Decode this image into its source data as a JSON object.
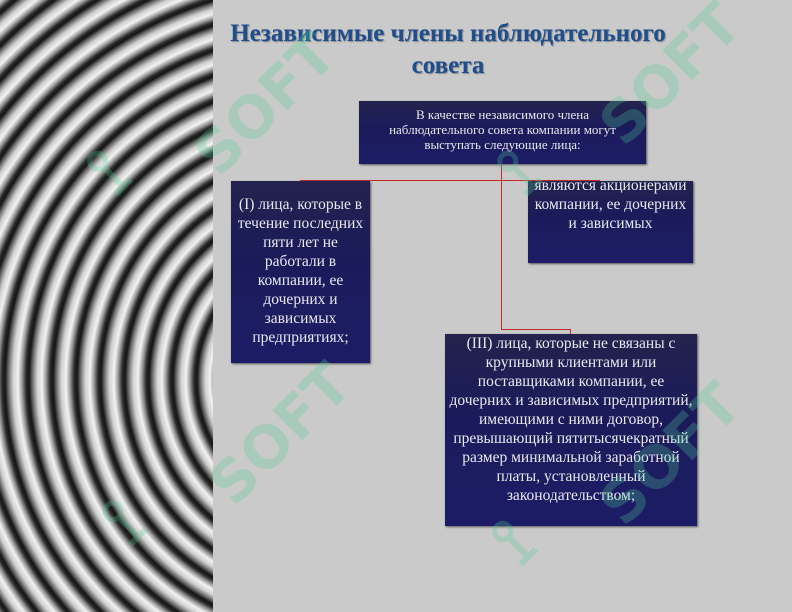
{
  "title": {
    "line1": "Независимые члены наблюдательного",
    "line2": "совета"
  },
  "diagram": {
    "root": "В качестве независимого члена наблюдательного совета компании могут выступать следующие лица:",
    "box1": "(I) лица, которые в течение последних пяти лет не работали в компании, ее дочерних и зависимых предприятиях;",
    "box2": "(II) лица, которые являются акционерами компании, ее дочерних и зависимых",
    "box3": "(III) лица, которые не связаны с крупными клиентами или поставщиками компании, ее дочерних и зависимых предприятий, имеющими с ними договор, превышающий пятитысячекратный размер минимальной заработной платы, установленный законодательством;"
  },
  "watermark": {
    "text": "SOFT",
    "color": "#50cd96"
  },
  "colors": {
    "title": "#1f4e8c",
    "box_fill": "#1c1c66",
    "connector": "#c22a2a",
    "background": "#cacaca"
  }
}
